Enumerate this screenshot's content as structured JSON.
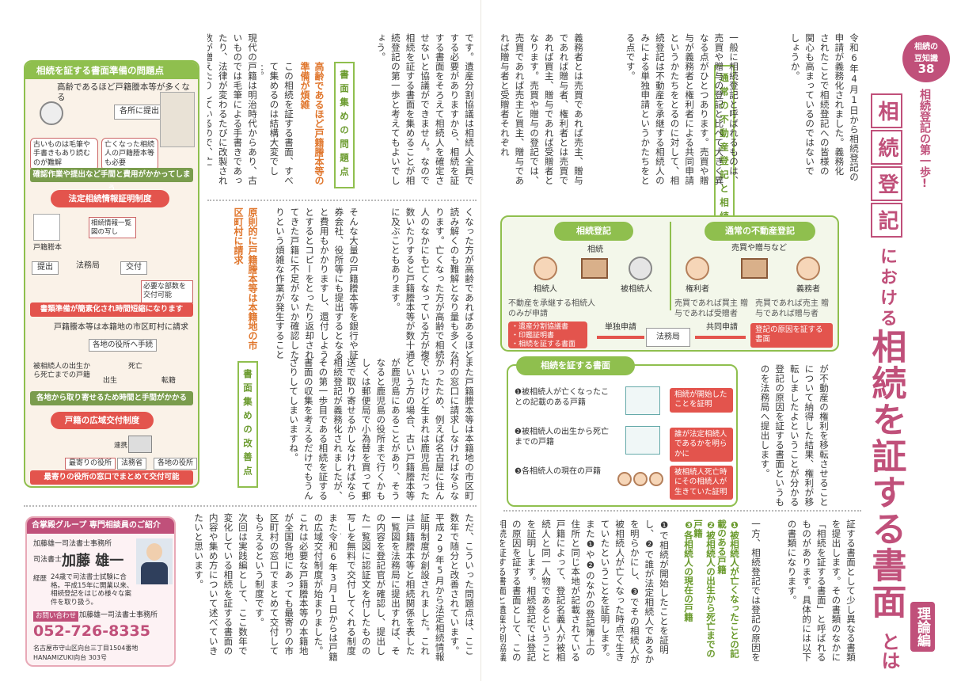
{
  "series_badge": {
    "line1": "相続の",
    "line2": "豆知識",
    "number": "38"
  },
  "title": {
    "kicker": "相続登記の第一歩!",
    "boxed": [
      "相",
      "続",
      "登",
      "記"
    ],
    "part2": "における",
    "main": "相続を証する書面",
    "tail": "とは",
    "badge": "理論編"
  },
  "intro_text": "令和6年4月1日から相続登記の申請が義務化されました。義務化されたことで相続登記への皆様の関心も高まっているのではないでしょうか。",
  "section1": {
    "heading": "通常の不動産登記と相続登記の違い",
    "body_a": "一般に相続登記と呼ばれるものは、売買や贈与の登記と比べて大きく異なる点がひとつあります。売買や贈与が義務者と権利者による共同申請というかたちをとるのに対して、相続登記は不動産を承継する相続人のみによる単独申請というかたちをとる点です。",
    "body_b": "義務者とは売買であれば売主、贈与であれば贈与者、権利者とは売買であれば買主、贈与であれば受贈者となります。売買や贈与の登記では、売買であれば売主と買主、贈与であれば贈与者と受贈者それぞれ",
    "body_c": "が不動産の権利を移転させることについて納得した結果、権利が移転しましたよということが分かる登記の原因を証する書面というものを法務局へ提出します。",
    "body_d": "一方、相続登記では登記の原因を",
    "body_e": "証する書面として少し異なる書類を提出します。その書類のなかに「相続を証する書面」と呼ばれるものがあります。具体的には以下の書類になります。",
    "list": [
      "❶被相続人が亡くなったことの記載のある戸籍",
      "❷被相続人の出生から死亡までの戸籍",
      "❸各相続人の現在の戸籍"
    ],
    "body_f": "❶で相続が開始したことを証明し、❷で誰が法定相続人であるかを明らかにし、❸でその相続人が被相続人が亡くなった時点で生きていたということを証明します。また❶や❷のなかの登記簿上の住所と同じ本地が記載されている戸籍によって、登記名義人が被相続人と同一人物であるということを証明します。相続登記では登記の原因を証する書面として、この相続を証する書面と遺産分割協議書、印鑑証明書などを法務局に提出するのが一般的"
  },
  "diagram1": {
    "left_title": "相続登記",
    "right_title": "通常の不動産登記",
    "left_deceased": "相続",
    "left_heir_label": "相続人",
    "left_deceased_label": "被相続人",
    "left_note": "不動産を承継する相続人のみが申請",
    "left_docs": [
      "・遺産分割協議書",
      "・印鑑証明書",
      "・相続を証する書面"
    ],
    "single_label": "単独申請",
    "office": "法務局",
    "joint_label": "共同申請",
    "right_transfer": "売買や贈与など",
    "right_rightsholder": "権利者",
    "right_obligor": "義務者",
    "right_note_left": "売買であれば買主 贈与であれば受贈者",
    "right_note_right": "売買であれば売主 贈与であれば贈与者",
    "right_doc": "登記の原因を証する書面"
  },
  "diagram2": {
    "title": "相続を証する書面",
    "rows": [
      {
        "label": "❶被相続人が亡くなったことの記載のある戸籍",
        "tag": "相続が開始したことを証明"
      },
      {
        "label": "❷被相続人の出生から死亡までの戸籍",
        "tag": "誰が法定相続人であるかを明らかに"
      },
      {
        "label": "❸各相続人の現在の戸籍",
        "tag": "被相続人死亡時にその相続人が生きていた証明"
      }
    ]
  },
  "section2": {
    "heading": "書面集めの問題点",
    "lead": "高齢であるほど戸籍謄本等の準備が煩雑",
    "body_a": "です。遺産分割協議は相続人全員でする必要がありますから、相続を証する書面をそろえて相続人を確定させないと協議ができません。なので相続を証する書面を集めることが相続登記の第一歩と考えてもよいでしょう。",
    "body_b": "この相続を証する書面、すべて集めるのは結構大変でした。",
    "body_c": "現代の戸籍は明治時代からあり、古いものでは毛筆による手書きであったり、法律が変わるたびに改製され数が増えたりしているので、亡",
    "lead2": "原則的に戸籍謄本等は本籍地の市区町村に請求",
    "body_d": "くなった方が高齢であればあるほど読み解くのも難解となり量も多くなります。亡くなった方が高齢で相続人のなかにも亡くなっている方が複数いたりすると戸籍謄本等が数十通に及ぶこともあります。",
    "body_e": "そんな大量の戸籍謄本等を銀行や証券会社、役所等にも提出するとなると費用もかかりますし、還付しようとするとコピーをとったり返却されてきた戸籍に不足がないか確認したりという煩雑な作業が発生することになります。",
    "body_f": "また戸籍謄本等は本籍地の市区町村の窓口に請求しなければならなかったため、例えば名古屋に住んでいたけど生まれは鹿児島だったという方の場合、古い戸籍謄本等が鹿児島にあることがあり、そうなると鹿児島の役所まで行くかもしくは郵便局で小為替を買って郵送で取り寄せるかしなければならず、より一層時間と手間がかかる作業になることもありました。",
    "body_g": "相続登記が義務化されましたが、その第一歩目である相続を証する書面の収集を考えるだけでもうんざりしてしまいますね。",
    "heading2": "書面集めの改善点",
    "body_h": "ただ、こういった問題点は、ここ数年で随分と改善されています。平成29年5月から法定相続情報証明制度が創設されました。これは戸籍謄本等と相続関係を表した一覧図を法務局に提出すれば、その内容を登記官が確認し、提出した一覧図に認証文を付したものの写しを無料で交付してくれる制度です。",
    "body_i": "また令和6年3月1日からは戸籍の広域交付制度が始まりました。これは必要な戸籍謄本等の本籍地が全国各地にあっても最寄りの市区町村の窓口でまとめて交付してもらえるという制度です。",
    "body_j": "次回は実践編として、ここ数年で変化している相続を証する書面の内容や集め方について述べていきたいと思います。"
  },
  "diagram3": {
    "title": "相続を証する書面準備の問題点",
    "p1": "高齢であるほど戸籍謄本等が多くなる",
    "p1_bubble": "古いものは毛筆や手書きもあり読むのが難解",
    "p1_bubble2": "亡くなった相続人の戸籍謄本等も必要",
    "p1_submit": "各所に提出",
    "p1_banner": "確認作業や提出など手間と費用がかかってしまう",
    "p2": "法定相続情報証明制度",
    "p2_label": "戸籍謄本",
    "p2_stamp": "相続情報一覧図の写し",
    "p2_steps": [
      "提出",
      "法務局",
      "交付"
    ],
    "p2_note": "必要な部数を交付可能",
    "p2_banner": "書類準備が簡素化され時間短縮になります",
    "p3": "戸籍謄本等は本籍地の市区町村に請求",
    "p3_sub": "各地の役所へ手続",
    "p3_labels": [
      "被相続人の出生から死亡までの戸籍",
      "出生",
      "死亡",
      "転籍"
    ],
    "p3_banner": "各地から取り寄せるため時間と手間がかかる",
    "p4": "戸籍の広域交付制度",
    "p4_labels": [
      "最寄りの役所",
      "法務省",
      "各地の役所",
      "連携"
    ],
    "p4_banner": "最寄りの役所の窓口でまとめて交付可能"
  },
  "ad": {
    "header": "合掌殿グループ 専門相談員のご紹介",
    "office": "加藤雄一司法書士事務所",
    "role": "司法書士",
    "name": "加藤 雄一",
    "career_label": "経歴",
    "career": "24歳で司法書士試験に合格。平成15年に開業以来、相続登記をはじめ様々な案件を取り扱う。",
    "contact_label": "お問い合わせ",
    "contact_office": "加藤雄一司法書士事務所",
    "phone": "052-726-8335",
    "address": "名古屋市守山区向台三丁目1504番地",
    "building": "HANAMIZUKI向台 303号"
  },
  "colors": {
    "green": "#8fbf4e",
    "pink": "#c0507a",
    "orange": "#e0762c",
    "red": "#e3544d"
  }
}
